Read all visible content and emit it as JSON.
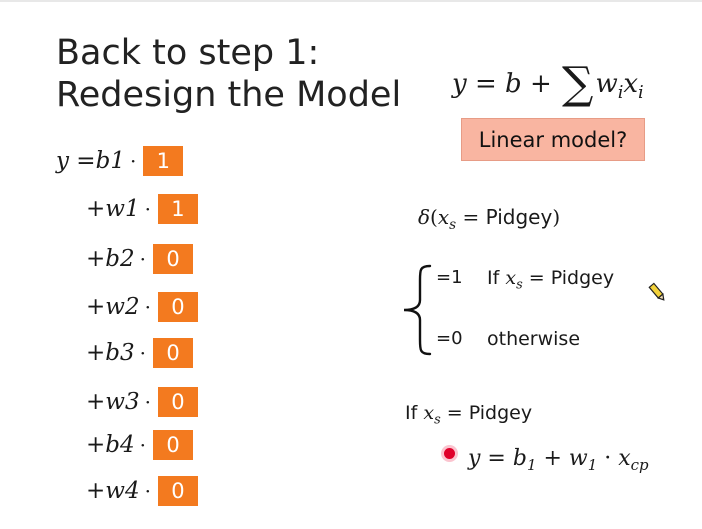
{
  "slide": {
    "title_line1": "Back to step 1:",
    "title_line2": "Redesign the Model",
    "formula": {
      "lhs": "y",
      "eq": " = ",
      "b": "b",
      "plus": " + ",
      "sigma": "∑",
      "w": "w",
      "i": "i",
      "x": "x"
    },
    "linear_model_label": "Linear model?",
    "rows": [
      {
        "op": "",
        "lhs": "y = ",
        "var": "b",
        "sub": "1",
        "value": "1"
      },
      {
        "op": "+",
        "lhs": "",
        "var": "w",
        "sub": "1",
        "value": "1"
      },
      {
        "op": "+",
        "lhs": "",
        "var": "b",
        "sub": "2",
        "value": "0"
      },
      {
        "op": "+",
        "lhs": "",
        "var": "w",
        "sub": "2",
        "value": "0"
      },
      {
        "op": "+",
        "lhs": "",
        "var": "b",
        "sub": "3",
        "value": "0"
      },
      {
        "op": "+",
        "lhs": "",
        "var": "w",
        "sub": "3",
        "value": "0"
      },
      {
        "op": "+",
        "lhs": "",
        "var": "b",
        "sub": "4",
        "value": "0"
      },
      {
        "op": "+",
        "lhs": "",
        "var": "w",
        "sub": "4",
        "value": "0"
      }
    ],
    "dot": "·",
    "delta": {
      "symbol": "δ",
      "open": "(",
      "x": "x",
      "sub": "s",
      "eq": " = ",
      "word": "Pidgey",
      "close": ")"
    },
    "cases": {
      "case1_value": "=1",
      "case1_text_if": "If ",
      "case1_x": "x",
      "case1_sub": "s",
      "case1_eq": " = ",
      "case1_word": "Pidgey",
      "case2_value": "=0",
      "case2_text": "otherwise"
    },
    "if_line": {
      "if": "If ",
      "x": "x",
      "sub": "s",
      "eq": " = ",
      "word": "Pidgey"
    },
    "result": {
      "y": "y",
      "eq": " = ",
      "b": "b",
      "b_sub": "1",
      "plus": " + ",
      "w": "w",
      "w_sub": "1",
      "dot": " · ",
      "x": "x",
      "x_sub": "cp"
    },
    "colors": {
      "orange_box": "#f37a1f",
      "label_box": "#f9b5a1",
      "pointer": "#e0002a"
    },
    "icons": {
      "cursor": "pencil-cursor-icon",
      "pointer": "laser-pointer-dot"
    }
  }
}
